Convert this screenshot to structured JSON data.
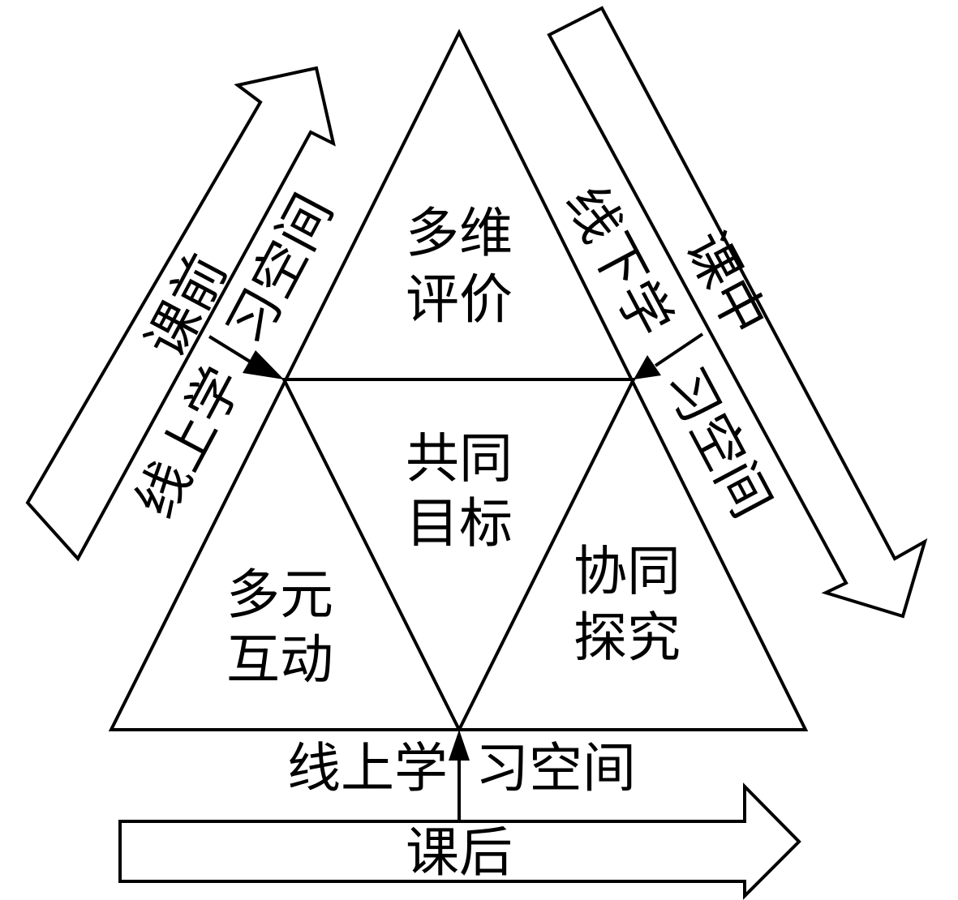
{
  "triangle_sections": {
    "top": [
      "多维",
      "评价"
    ],
    "center": [
      "共同",
      "目标"
    ],
    "left": [
      "多元",
      "互动"
    ],
    "right": [
      "协同",
      "探究"
    ]
  },
  "phases": {
    "before_class": {
      "phase": "课前",
      "space_part1": "线上学",
      "space_part2": "习空间"
    },
    "in_class": {
      "phase": "课中",
      "space_part1": "线下学",
      "space_part2": "习空间"
    },
    "after_class": {
      "phase": "课后",
      "space_part1": "线上学",
      "space_part2": "习空间"
    }
  }
}
